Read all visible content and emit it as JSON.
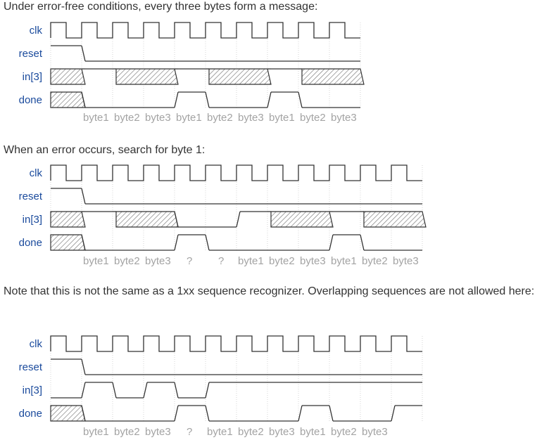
{
  "paragraphs": {
    "p1": "Under error-free conditions, every three bytes form a message:",
    "p2": "When an error occurs, search for byte 1:",
    "p3": "Note that this is not the same as a 1xx sequence recognizer. Overlapping sequences are not allowed here:"
  },
  "diagrams": [
    {
      "signals": [
        "clk",
        "reset",
        "in[3]",
        "done"
      ],
      "byte_labels": [
        "byte1",
        "byte2",
        "byte3",
        "byte1",
        "byte2",
        "byte3",
        "byte1",
        "byte2",
        "byte3"
      ],
      "cycles": 10,
      "reset": [
        "1",
        "0",
        "0",
        "0",
        "0",
        "0",
        "0",
        "0",
        "0",
        "0"
      ],
      "in3": [
        "x",
        "1",
        "x",
        "x",
        "1",
        "x",
        "x",
        "1",
        "x",
        "x"
      ],
      "done": [
        "x",
        "0",
        "0",
        "0",
        "1",
        "0",
        "0",
        "1",
        "0",
        "0"
      ]
    },
    {
      "signals": [
        "clk",
        "reset",
        "in[3]",
        "done"
      ],
      "byte_labels": [
        "byte1",
        "byte2",
        "byte3",
        "?",
        "?",
        "byte1",
        "byte2",
        "byte3",
        "byte1",
        "byte2",
        "byte3"
      ],
      "cycles": 12,
      "reset": [
        "1",
        "0",
        "0",
        "0",
        "0",
        "0",
        "0",
        "0",
        "0",
        "0",
        "0",
        "0"
      ],
      "in3": [
        "x",
        "1",
        "x",
        "x",
        "0",
        "0",
        "1",
        "x",
        "x",
        "1",
        "x",
        "x"
      ],
      "done": [
        "x",
        "0",
        "0",
        "0",
        "1",
        "0",
        "0",
        "0",
        "0",
        "1",
        "0",
        "0"
      ]
    },
    {
      "signals": [
        "clk",
        "reset",
        "in[3]",
        "done"
      ],
      "byte_labels": [
        "byte1",
        "byte2",
        "byte3",
        "?",
        "byte1",
        "byte2",
        "byte3",
        "byte1",
        "byte2",
        "byte3"
      ],
      "cycles": 12,
      "reset": [
        "1",
        "0",
        "0",
        "0",
        "0",
        "0",
        "0",
        "0",
        "0",
        "0",
        "0",
        "0"
      ],
      "in3": [
        "0",
        "1",
        "0",
        "1",
        "0",
        "1",
        "1",
        "1",
        "1",
        "1",
        "1",
        "1"
      ],
      "done": [
        "x",
        "0",
        "0",
        "0",
        "1",
        "0",
        "0",
        "0",
        "1",
        "0",
        "0",
        "1"
      ]
    }
  ]
}
